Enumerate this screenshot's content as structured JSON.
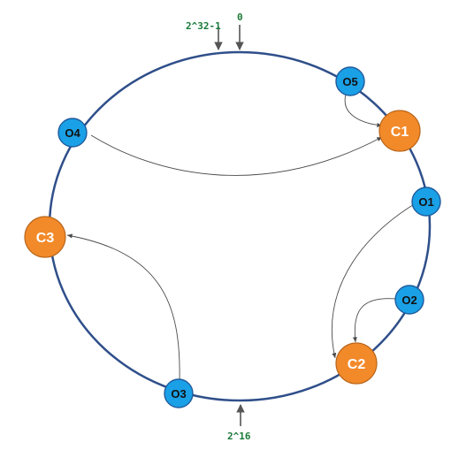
{
  "markers": {
    "top_left": "2^32-1",
    "top_right": "0",
    "bottom": "2^16"
  },
  "cache_nodes": [
    {
      "id": "c1",
      "label": "C1"
    },
    {
      "id": "c2",
      "label": "C2"
    },
    {
      "id": "c3",
      "label": "C3"
    }
  ],
  "objects": [
    {
      "id": "o1",
      "label": "O1"
    },
    {
      "id": "o2",
      "label": "O2"
    },
    {
      "id": "o3",
      "label": "O3"
    },
    {
      "id": "o4",
      "label": "O4"
    },
    {
      "id": "o5",
      "label": "O5"
    }
  ],
  "mappings": [
    {
      "from": "O5",
      "to": "C1"
    },
    {
      "from": "O4",
      "to": "C1"
    },
    {
      "from": "O1",
      "to": "C2"
    },
    {
      "from": "O2",
      "to": "C2"
    },
    {
      "from": "O3",
      "to": "C3"
    }
  ],
  "colors": {
    "ring": "#2f4f8a",
    "object_fill": "#1aa0e6",
    "cache_fill": "#f28a2a",
    "marker_text": "#1a7a3a"
  }
}
